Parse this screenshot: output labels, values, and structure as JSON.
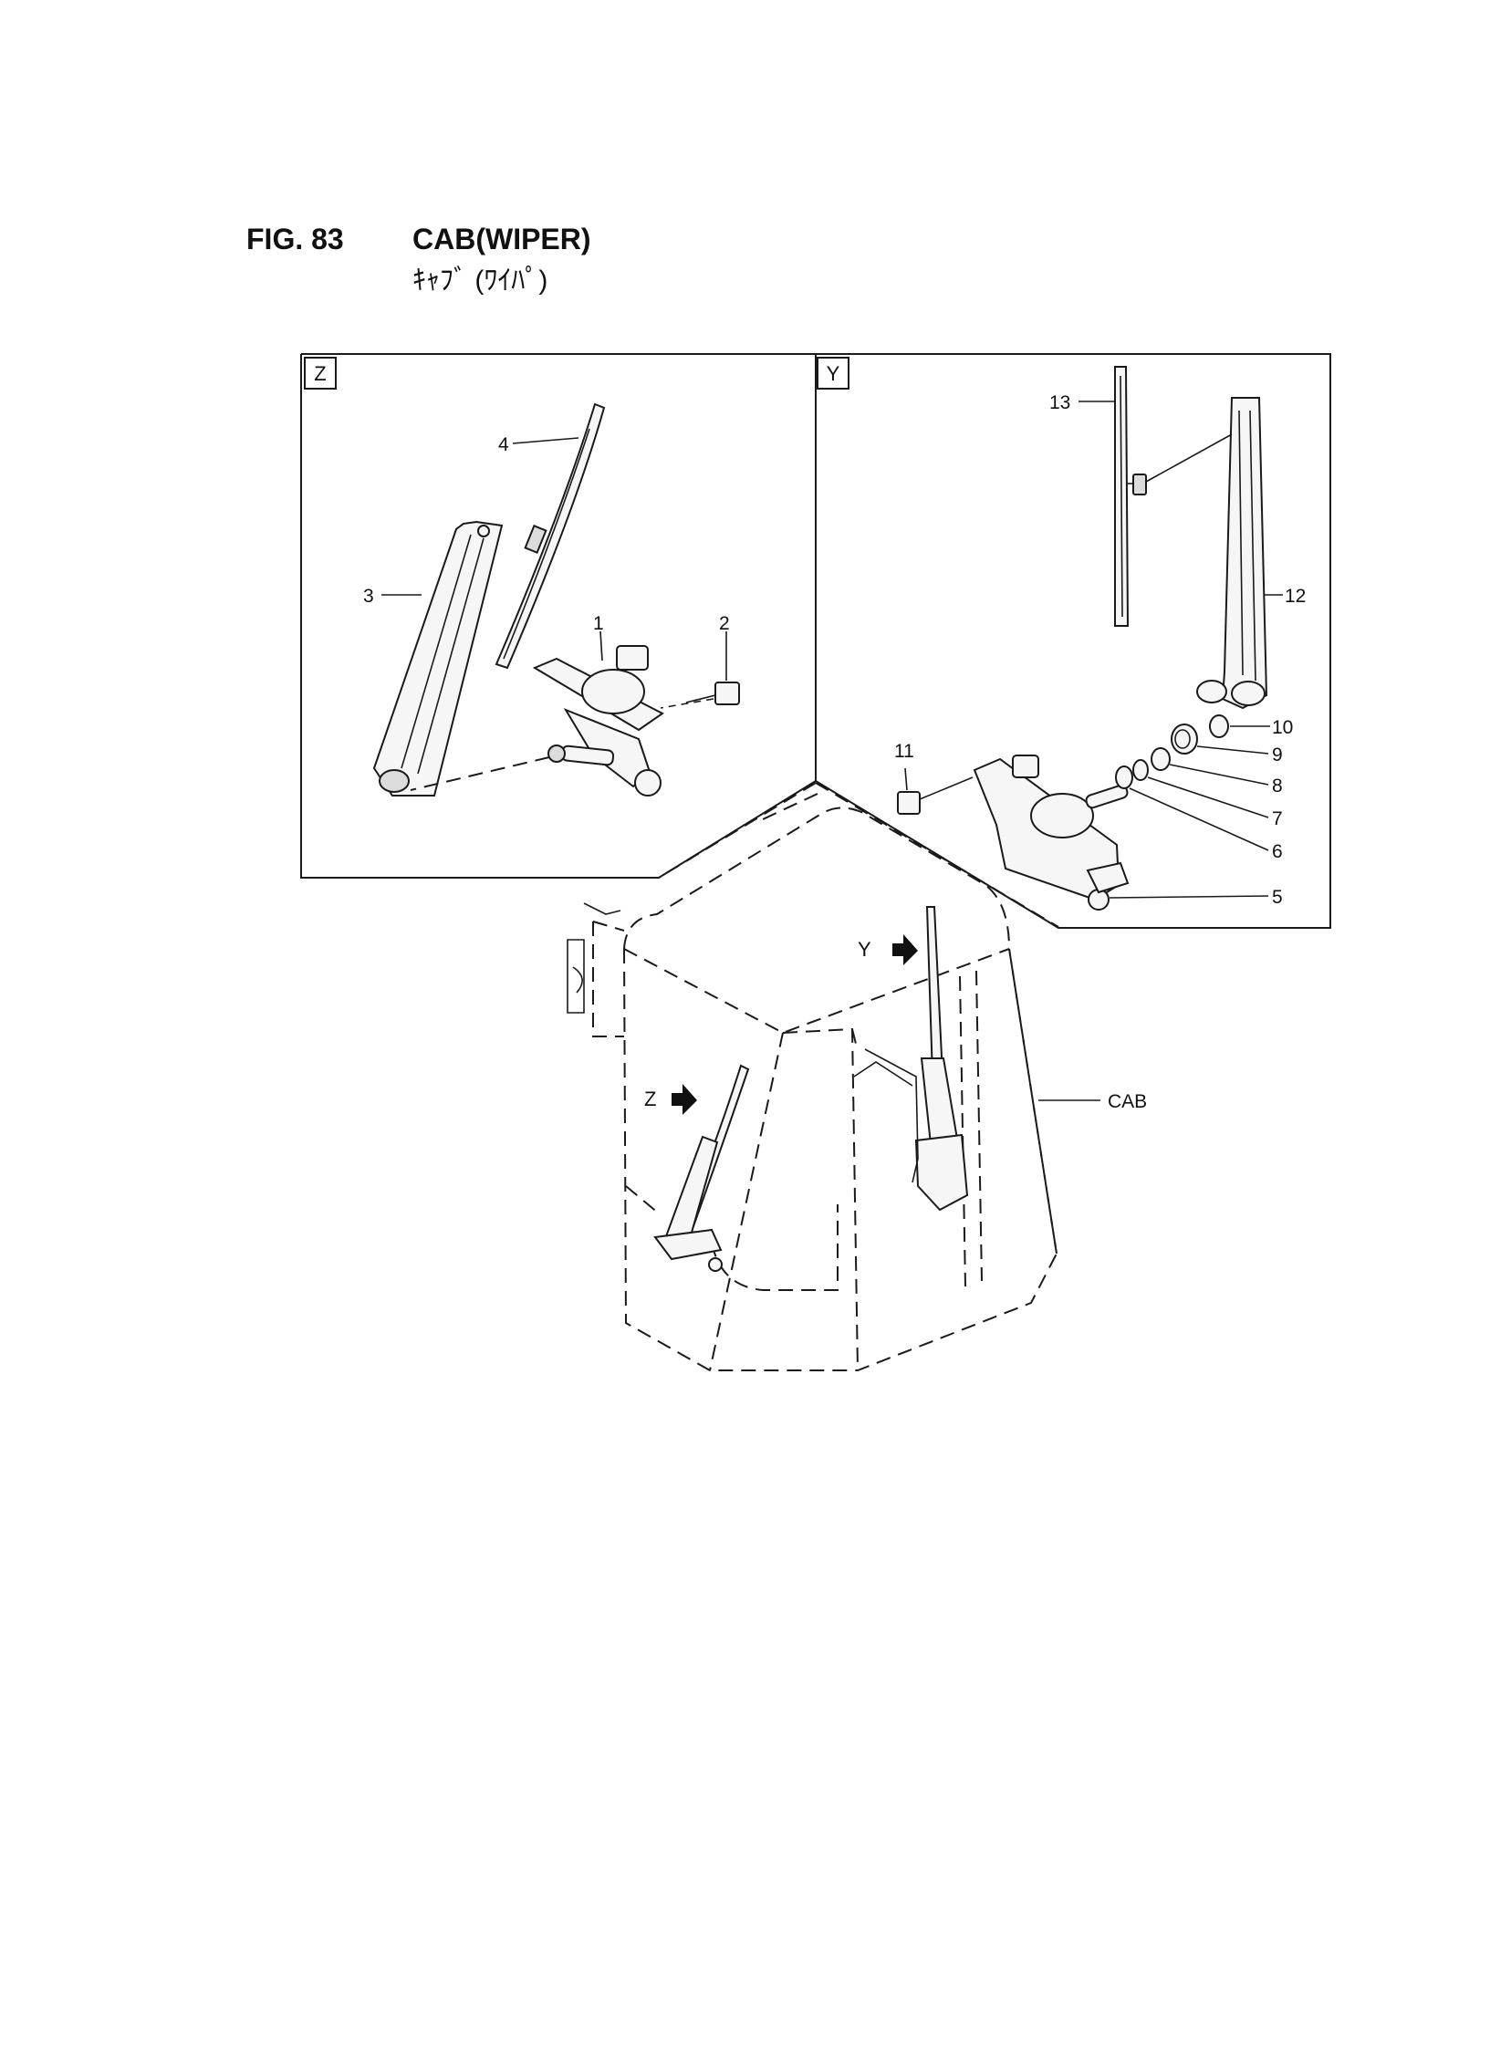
{
  "figure": {
    "number": "FIG. 83",
    "title": "CAB(WIPER)",
    "subtitle": "ｷｬﾌﾞ (ﾜｲﾊﾟ)"
  },
  "views": {
    "z": "Z",
    "y": "Y"
  },
  "callouts": {
    "c1": "1",
    "c2": "2",
    "c3": "3",
    "c4": "4",
    "c5": "5",
    "c6": "6",
    "c7": "7",
    "c8": "8",
    "c9": "9",
    "c10": "10",
    "c11": "11",
    "c12": "12",
    "c13": "13",
    "cab": "CAB"
  },
  "pointers": {
    "y": "Y",
    "z": "Z"
  }
}
